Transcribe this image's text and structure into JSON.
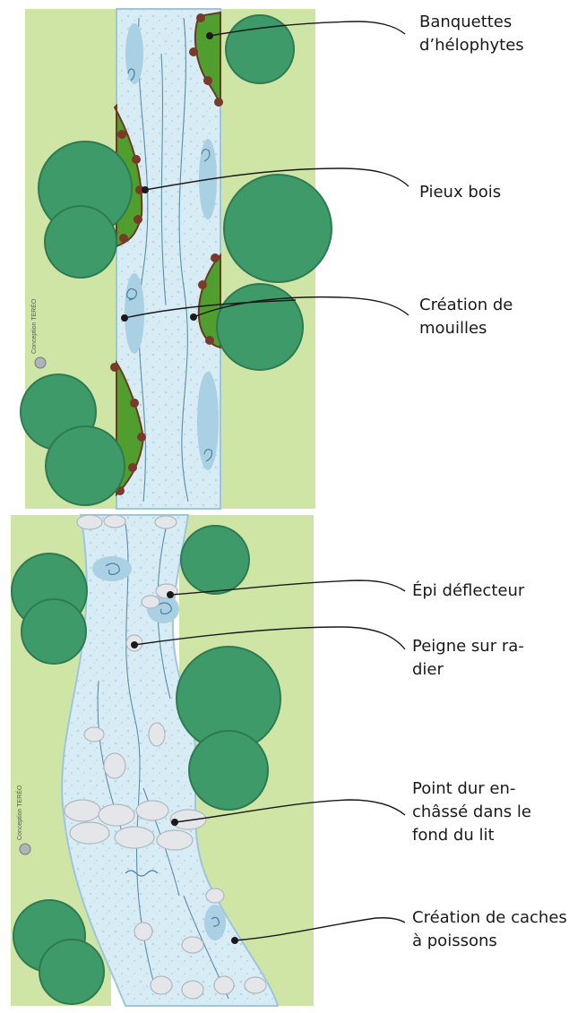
{
  "panels": [
    {
      "credit": "Conception TERÉO",
      "labels": [
        {
          "line1": "Banquettes",
          "line2": "d’hélophytes",
          "line3": ""
        },
        {
          "line1": "Pieux bois",
          "line2": "",
          "line3": ""
        },
        {
          "line1": "Création de",
          "line2": "mouilles",
          "line3": ""
        }
      ]
    },
    {
      "credit": "Conception TERÉO",
      "labels": [
        {
          "line1": "Épi déflecteur",
          "line2": "",
          "line3": ""
        },
        {
          "line1": "Peigne sur ra-",
          "line2": "dier",
          "line3": ""
        },
        {
          "line1": "Point dur en-",
          "line2": "châssé dans le",
          "line3": "fond du lit"
        },
        {
          "line1": "Création de caches",
          "line2": "à poissons",
          "line3": ""
        }
      ]
    }
  ],
  "colors": {
    "meadow": "#cfe5a6",
    "water": "#d7ecf5",
    "water_edge": "#9cc6dd",
    "pool": "#a9d0e3",
    "helophyte": "#4f9e2e",
    "stake": "#7a3a2a",
    "tree": "#3f9a6a",
    "tree_dark": "#2e7a52",
    "stone": "#e4e6ea",
    "line": "#1a1a1a"
  }
}
